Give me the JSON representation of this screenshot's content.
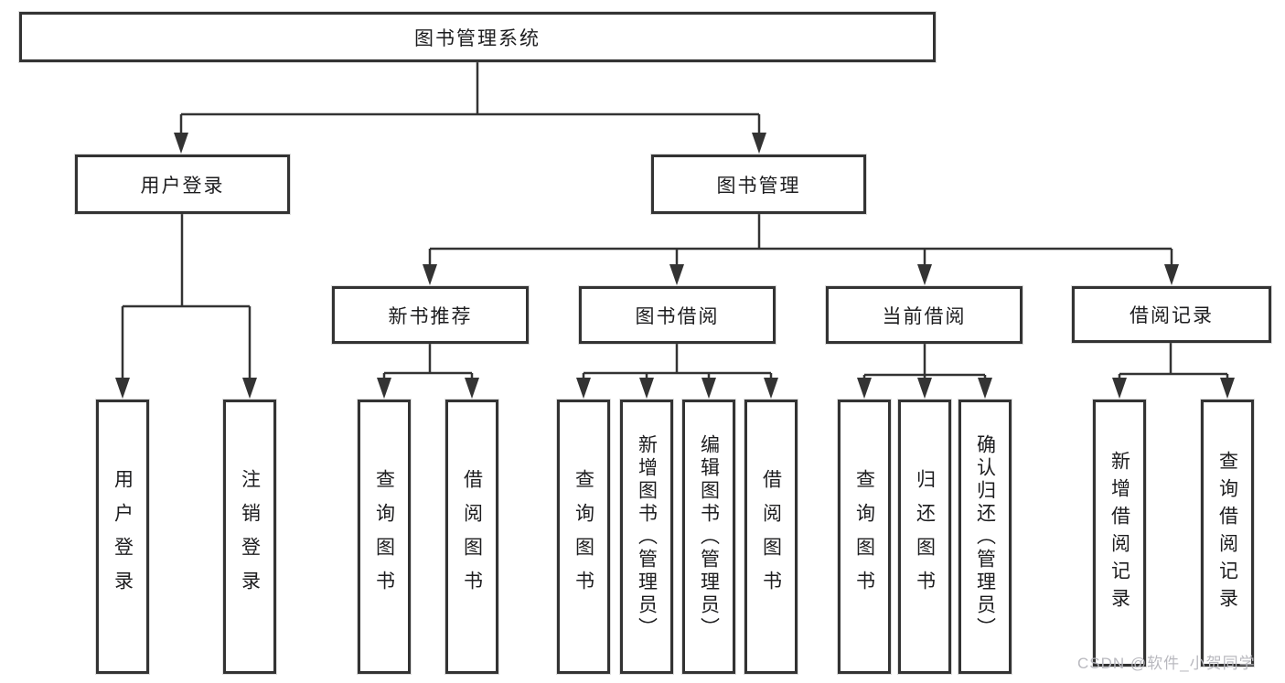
{
  "diagram": {
    "root": {
      "label": "图书管理系统"
    },
    "level2": [
      {
        "label": "用户登录"
      },
      {
        "label": "图书管理"
      }
    ],
    "level3": [
      {
        "label": "新书推荐",
        "parent": "图书管理"
      },
      {
        "label": "图书借阅",
        "parent": "图书管理"
      },
      {
        "label": "当前借阅",
        "parent": "图书管理"
      },
      {
        "label": "借阅记录",
        "parent": "图书管理"
      }
    ],
    "leaves": [
      {
        "label": "用户登录",
        "parent": "用户登录"
      },
      {
        "label": "注销登录",
        "parent": "用户登录"
      },
      {
        "label": "查询图书",
        "parent": "新书推荐"
      },
      {
        "label": "借阅图书",
        "parent": "新书推荐"
      },
      {
        "label": "查询图书",
        "parent": "图书借阅"
      },
      {
        "label": "新增图书（管理员）",
        "parent": "图书借阅"
      },
      {
        "label": "编辑图书（管理员）",
        "parent": "图书借阅"
      },
      {
        "label": "借阅图书",
        "parent": "图书借阅"
      },
      {
        "label": "查询图书",
        "parent": "当前借阅"
      },
      {
        "label": "归还图书",
        "parent": "当前借阅"
      },
      {
        "label": "确认归还（管理员）",
        "parent": "当前借阅"
      },
      {
        "label": "新增借阅记录",
        "parent": "借阅记录"
      },
      {
        "label": "查询借阅记录",
        "parent": "借阅记录"
      }
    ],
    "colors": {
      "line": "#333333",
      "box_border": "#333333",
      "text": "#1d1d1f",
      "background": "#ffffff"
    }
  },
  "watermark": {
    "text": "CSDN @软件_小贺同学",
    "color": "#b9b9bf"
  }
}
